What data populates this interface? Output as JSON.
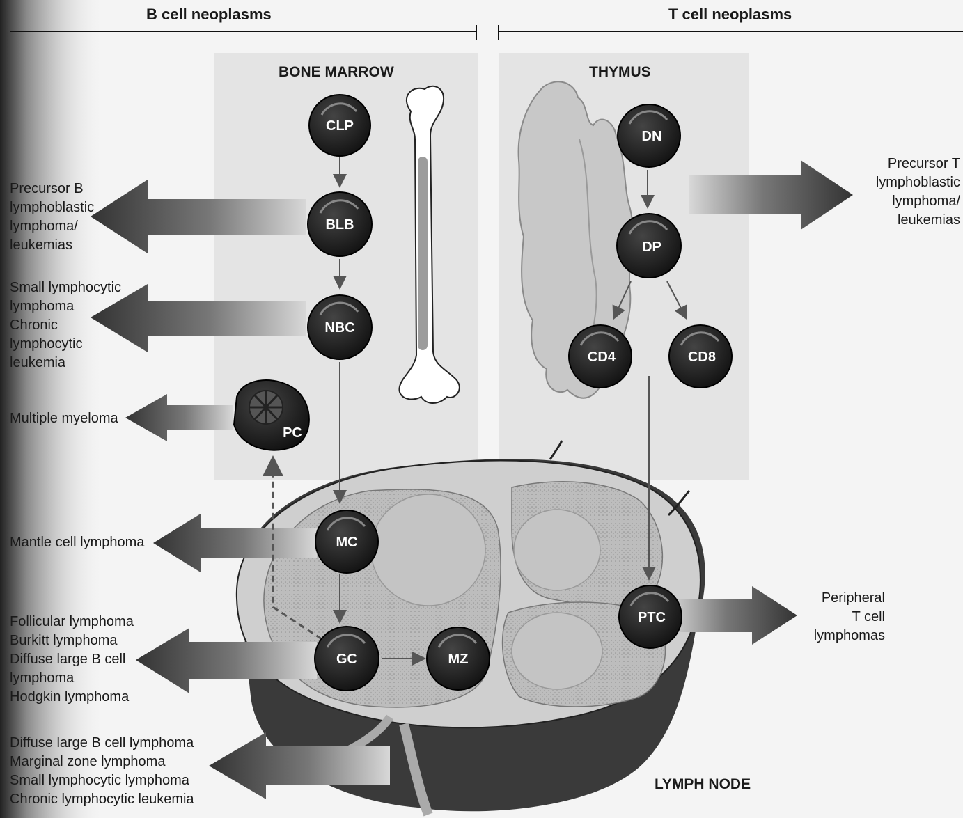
{
  "header": {
    "b_cell": "B cell neoplasms",
    "t_cell": "T cell neoplasms"
  },
  "sections": {
    "bone_marrow": "BONE MARROW",
    "thymus": "THYMUS",
    "lymph_node": "LYMPH NODE"
  },
  "cells": {
    "clp": "CLP",
    "blb": "BLB",
    "nbc": "NBC",
    "pc": "PC",
    "mc": "MC",
    "gc": "GC",
    "mz": "MZ",
    "dn": "DN",
    "dp": "DP",
    "cd4": "CD4",
    "cd8": "CD8",
    "ptc": "PTC"
  },
  "neoplasms": {
    "precursor_b": "Precursor B\nlymphoblastic\nlymphoma/\nleukemias",
    "sll_cll": "Small lymphocytic\nlymphoma\nChronic\nlymphocytic\nleukemia",
    "myeloma": "Multiple myeloma",
    "mantle": "Mantle cell lymphoma",
    "germinal": "Follicular lymphoma\nBurkitt lymphoma\nDiffuse large B cell\n    lymphoma\nHodgkin lymphoma",
    "marginal": "Diffuse large B cell lymphoma\nMarginal zone lymphoma\nSmall lymphocytic lymphoma\nChronic lymphocytic leukemia",
    "precursor_t": "Precursor T\nlymphoblastic\nlymphoma/\nleukemias",
    "peripheral_t": "Peripheral\nT cell\nlymphomas"
  }
}
